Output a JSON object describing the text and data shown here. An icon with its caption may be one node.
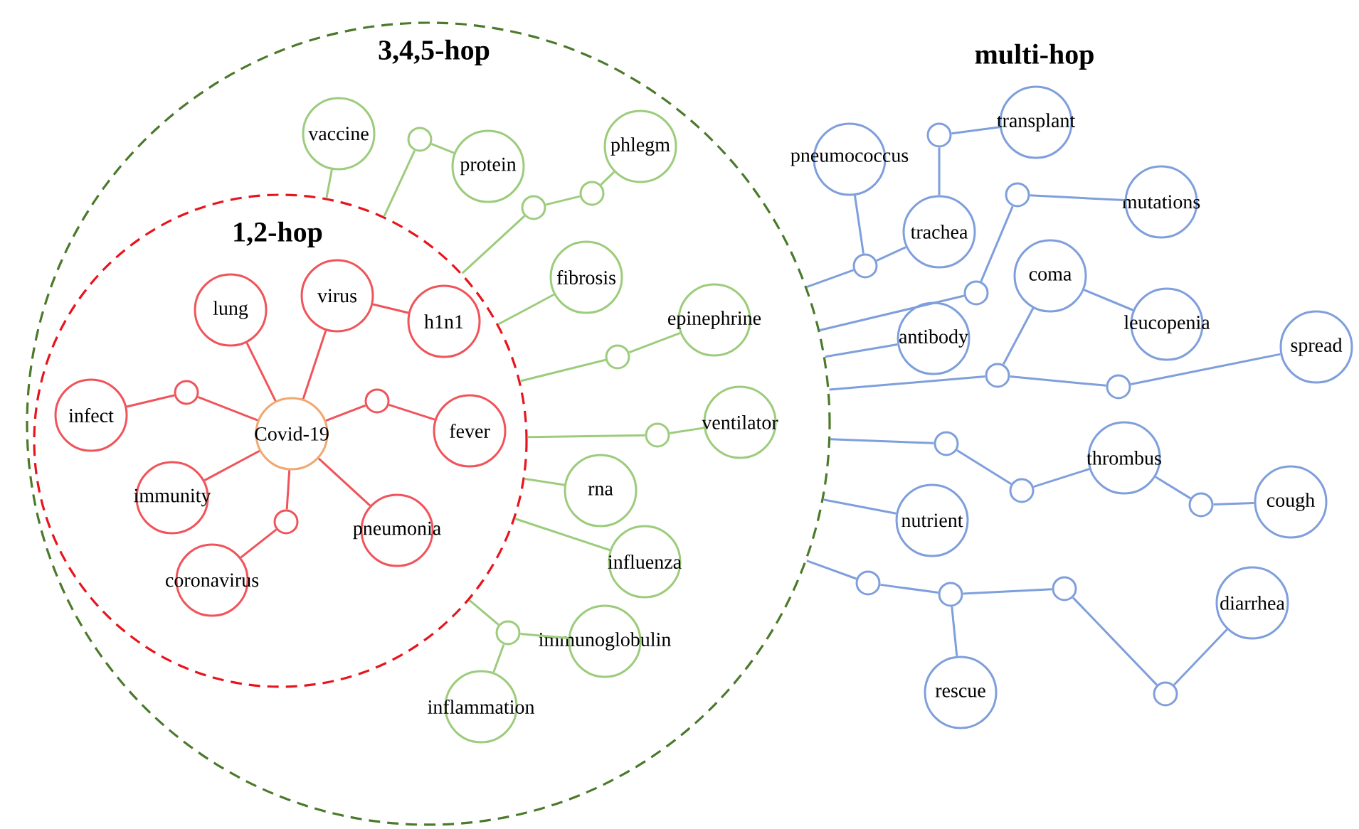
{
  "diagram": {
    "nodes": [
      {
        "text": [
          "3,4,5-hop"
        ]
      },
      {
        "text": [
          "1,2-hop"
        ],
        "in": 0
      },
      {
        "text": [
          "lung"
        ],
        "in": 1
      },
      {
        "text": [
          "virus"
        ],
        "in": 1
      },
      {
        "text": [
          "h1n1"
        ],
        "in": 1
      },
      {
        "text": [
          "infect"
        ],
        "in": 1
      },
      {
        "text": [],
        "shape": "circle",
        "in": 1
      },
      {
        "text": [
          "Covid-19"
        ],
        "in": 1
      },
      {
        "text": [],
        "shape": "circle",
        "in": 1
      },
      {
        "text": [
          "fever"
        ],
        "in": 1
      },
      {
        "text": [
          "immunity"
        ],
        "in": 1
      },
      {
        "text": [],
        "shape": "circle",
        "in": 1
      },
      {
        "text": [
          "pneumonia"
        ],
        "in": 1
      },
      {
        "text": [
          "coronavirus"
        ],
        "in": 1
      },
      {
        "text": [
          "vaccine"
        ],
        "in": 0
      },
      {
        "text": [],
        "shape": "circle",
        "in": 0
      },
      {
        "text": [
          "protein"
        ],
        "in": 0
      },
      {
        "text": [
          "phlegm"
        ],
        "in": 0
      },
      {
        "text": [],
        "shape": "circle",
        "in": 0
      },
      {
        "text": [],
        "shape": "circle",
        "in": 0
      },
      {
        "text": [
          "fibrosis"
        ],
        "in": 0
      },
      {
        "text": [
          "epinephrine"
        ],
        "in": 0
      },
      {
        "text": [],
        "shape": "circle",
        "in": 0
      },
      {
        "text": [
          "ventilator"
        ],
        "in": 0
      },
      {
        "text": [],
        "shape": "circle",
        "in": 0
      },
      {
        "text": [
          "rna"
        ],
        "in": 0
      },
      {
        "text": [
          "influenza"
        ],
        "in": 0
      },
      {
        "text": [],
        "shape": "circle",
        "in": 0
      },
      {
        "text": [
          "immunoglobulin"
        ],
        "in": 0
      },
      {
        "text": [
          "inflammation"
        ],
        "in": 0
      },
      {
        "text": [
          "pneumococcus"
        ]
      },
      {
        "text": [],
        "shape": "circle"
      },
      {
        "text": [
          "transplant"
        ]
      },
      {
        "text": [
          "trachea"
        ]
      },
      {
        "text": [],
        "shape": "circle"
      },
      {
        "text": [
          "mutations"
        ]
      },
      {
        "text": [],
        "shape": "circle"
      },
      {
        "text": [],
        "shape": "circle"
      },
      {
        "text": [
          "coma"
        ]
      },
      {
        "text": [
          "leucopenia"
        ]
      },
      {
        "text": [
          "antibody"
        ]
      },
      {
        "text": [],
        "shape": "circle"
      },
      {
        "text": [],
        "shape": "circle"
      },
      {
        "text": [
          "spread"
        ]
      },
      {
        "text": [],
        "shape": "circle"
      },
      {
        "text": [],
        "shape": "circle"
      },
      {
        "text": [
          "thrombus"
        ]
      },
      {
        "text": [],
        "shape": "circle"
      },
      {
        "text": [
          "cough"
        ]
      },
      {
        "text": [
          "nutrient"
        ]
      },
      {
        "text": [],
        "shape": "circle"
      },
      {
        "text": [],
        "shape": "circle"
      },
      {
        "text": [],
        "shape": "circle"
      },
      {
        "text": [
          "diarrhea"
        ]
      },
      {
        "text": [
          "rescue"
        ]
      },
      {
        "text": [],
        "shape": "circle"
      }
    ],
    "edges": [
      {
        "from": 2,
        "to": 7,
        "arrow": "none",
        "color": "#f0545a"
      },
      {
        "from": 3,
        "to": 7,
        "arrow": "none",
        "color": "#f0545a"
      },
      {
        "from": 3,
        "to": 4,
        "arrow": "none",
        "color": "#f0545a"
      },
      {
        "from": 5,
        "to": 6,
        "arrow": "none",
        "color": "#f0545a"
      },
      {
        "from": 6,
        "to": 7,
        "arrow": "none",
        "color": "#f0545a"
      },
      {
        "from": 7,
        "to": 8,
        "arrow": "none",
        "color": "#f0545a"
      },
      {
        "from": 8,
        "to": 9,
        "arrow": "none",
        "color": "#f0545a"
      },
      {
        "from": 10,
        "to": 7,
        "arrow": "none",
        "color": "#f0545a"
      },
      {
        "from": 7,
        "to": 11,
        "arrow": "none",
        "color": "#f0545a"
      },
      {
        "from": 11,
        "to": 13,
        "arrow": "none",
        "color": "#f0545a"
      },
      {
        "from": 7,
        "to": 12,
        "arrow": "none",
        "color": "#f0545a"
      },
      {
        "from": 14,
        "to": 1,
        "arrow": "none",
        "color": "#9ccc7c"
      },
      {
        "from": 1,
        "to": 15,
        "arrow": "none",
        "color": "#9ccc7c"
      },
      {
        "from": 15,
        "to": 16,
        "arrow": "none",
        "color": "#9ccc7c"
      },
      {
        "from": 1,
        "to": 18,
        "arrow": "none",
        "color": "#9ccc7c"
      },
      {
        "from": 18,
        "to": 19,
        "arrow": "none",
        "color": "#9ccc7c"
      },
      {
        "from": 19,
        "to": 17,
        "arrow": "none",
        "color": "#9ccc7c"
      },
      {
        "from": 1,
        "to": 20,
        "arrow": "none",
        "color": "#9ccc7c"
      },
      {
        "from": 1,
        "to": 22,
        "arrow": "none",
        "color": "#9ccc7c"
      },
      {
        "from": 22,
        "to": 21,
        "arrow": "none",
        "color": "#9ccc7c"
      },
      {
        "from": 1,
        "to": 24,
        "arrow": "none",
        "color": "#9ccc7c"
      },
      {
        "from": 24,
        "to": 23,
        "arrow": "none",
        "color": "#9ccc7c"
      },
      {
        "from": 1,
        "to": 25,
        "arrow": "none",
        "color": "#9ccc7c"
      },
      {
        "from": 1,
        "to": 26,
        "arrow": "none",
        "color": "#9ccc7c"
      },
      {
        "from": 1,
        "to": 27,
        "arrow": "none",
        "color": "#9ccc7c"
      },
      {
        "from": 27,
        "to": 28,
        "arrow": "none",
        "color": "#9ccc7c"
      },
      {
        "from": 27,
        "to": 29,
        "arrow": "none",
        "color": "#9ccc7c"
      },
      {
        "from": 0,
        "to": 34,
        "arrow": "none"
      },
      {
        "from": 34,
        "to": 30,
        "arrow": "none"
      },
      {
        "from": 34,
        "to": 33,
        "arrow": "none"
      },
      {
        "from": 33,
        "to": 31,
        "arrow": "none"
      },
      {
        "from": 31,
        "to": 32,
        "arrow": "none"
      },
      {
        "from": 0,
        "to": 37,
        "arrow": "none"
      },
      {
        "from": 37,
        "to": 36,
        "arrow": "none"
      },
      {
        "from": 36,
        "to": 35,
        "arrow": "none"
      },
      {
        "from": 0,
        "to": 40,
        "arrow": "none"
      },
      {
        "from": 0,
        "to": 41,
        "arrow": "none"
      },
      {
        "from": 41,
        "to": 38,
        "arrow": "none"
      },
      {
        "from": 38,
        "to": 39,
        "arrow": "none"
      },
      {
        "from": 41,
        "to": 42,
        "arrow": "none"
      },
      {
        "from": 42,
        "to": 43,
        "arrow": "none"
      },
      {
        "from": 0,
        "to": 44,
        "arrow": "none"
      },
      {
        "from": 44,
        "to": 45,
        "arrow": "none"
      },
      {
        "from": 45,
        "to": 46,
        "arrow": "none"
      },
      {
        "from": 46,
        "to": 47,
        "arrow": "none"
      },
      {
        "from": 47,
        "to": 48,
        "arrow": "none"
      },
      {
        "from": 0,
        "to": 49,
        "arrow": "none"
      },
      {
        "from": 0,
        "to": 50,
        "arrow": "none"
      },
      {
        "from": 50,
        "to": 51,
        "arrow": "none"
      },
      {
        "from": 51,
        "to": 54,
        "arrow": "none"
      },
      {
        "from": 51,
        "to": 52,
        "arrow": "none"
      },
      {
        "from": 52,
        "to": 55,
        "arrow": "none"
      },
      {
        "from": 55,
        "to": 53,
        "arrow": "none"
      }
    ],
    "labels": [
      "multi-hop"
    ]
  }
}
